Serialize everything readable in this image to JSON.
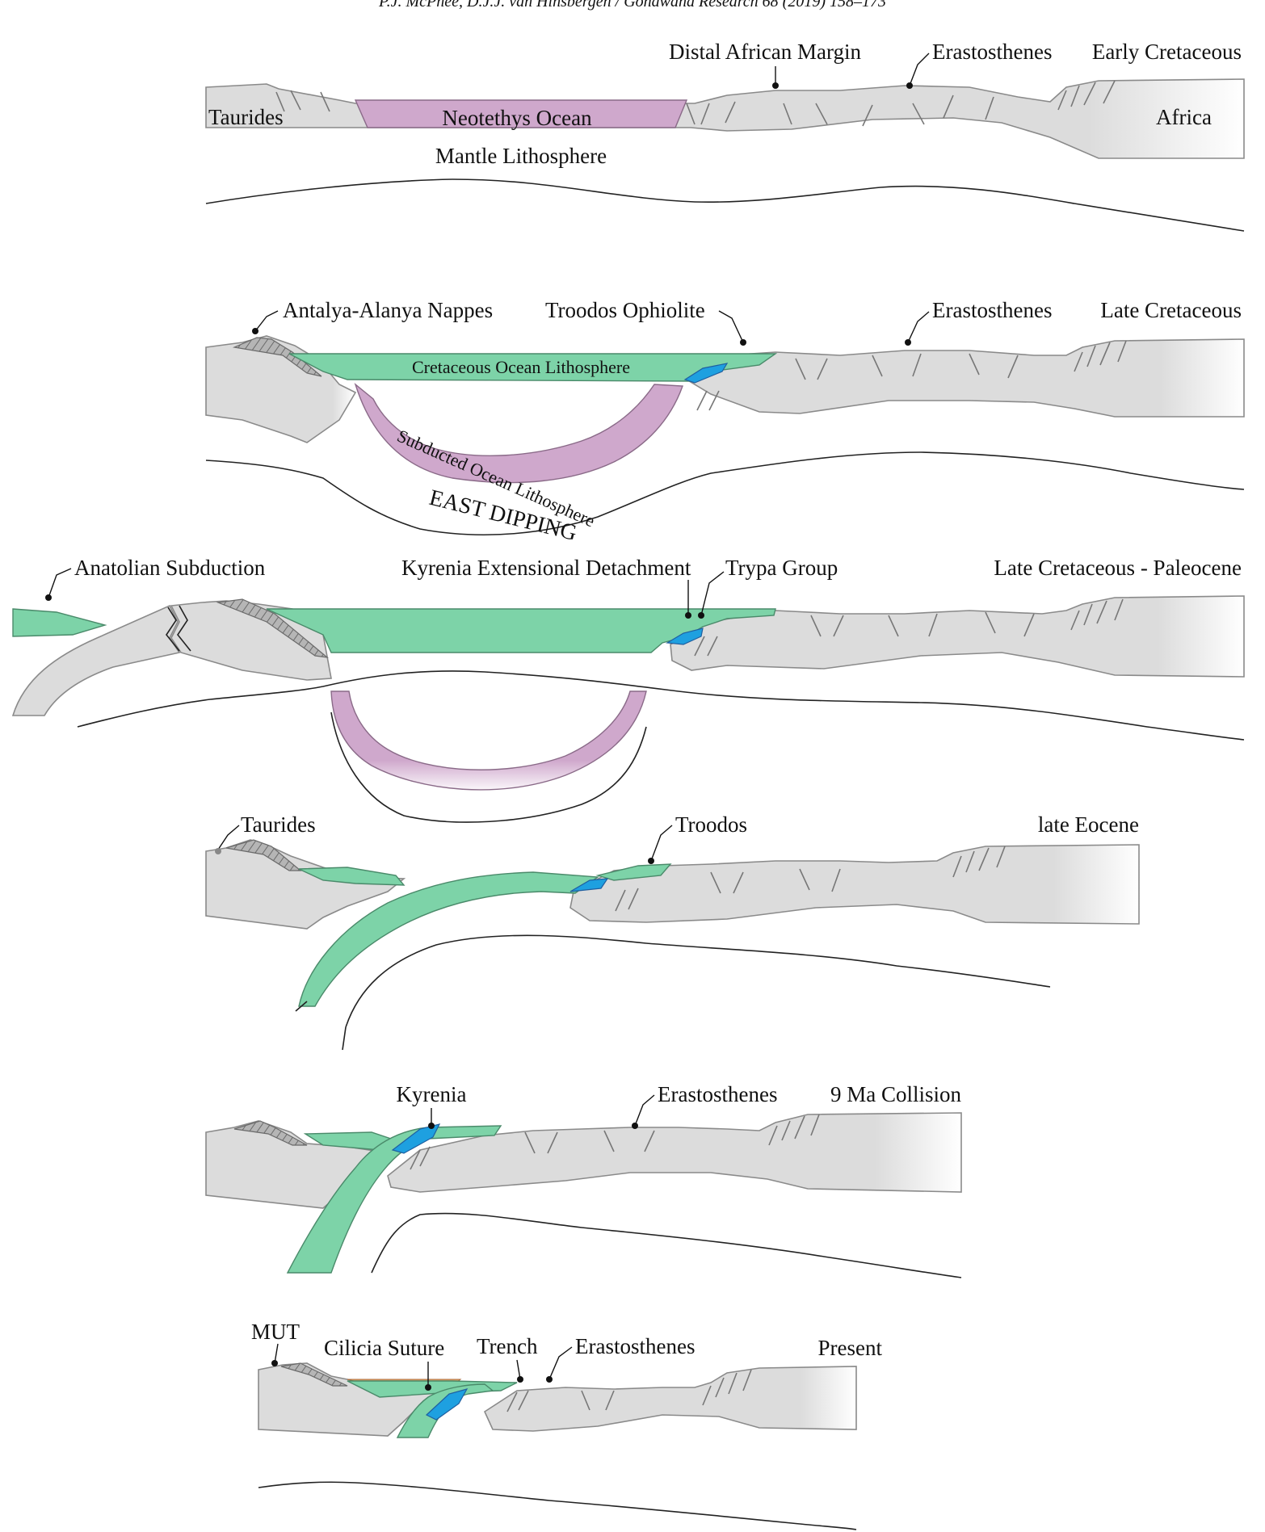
{
  "header": {
    "text": "P.J. McPhee, D.J.J. van Hinsbergen / Gondwana Research 68 (2019) 158–173"
  },
  "panels": [
    {
      "id": "early-cretaceous",
      "stage_label": "Early Cretaceous",
      "labels": {
        "taurides": "Taurides",
        "neotethys": "Neotethys Ocean",
        "distal_margin": "Distal African Margin",
        "erastosthenes": "Erastosthenes",
        "africa": "Africa",
        "mantle": "Mantle Lithosphere"
      }
    },
    {
      "id": "late-cretaceous",
      "stage_label": "Late Cretaceous",
      "labels": {
        "antalya": "Antalya-Alanya Nappes",
        "troodos": "Troodos Ophiolite",
        "erastosthenes": "Erastosthenes",
        "cretaceous_ocean": "Cretaceous Ocean Lithosphere",
        "subducted": "Subducted Ocean Lithosphere",
        "east_dipping": "EAST DIPPING"
      }
    },
    {
      "id": "late-cretaceous-paleocene",
      "stage_label": "Late Cretaceous - Paleocene",
      "labels": {
        "anatolian": "Anatolian Subduction",
        "kyrenia_detachment": "Kyrenia Extensional Detachment",
        "trypa": "Trypa Group"
      }
    },
    {
      "id": "late-eocene",
      "stage_label": "late Eocene",
      "labels": {
        "taurides": "Taurides",
        "troodos": "Troodos"
      }
    },
    {
      "id": "collision",
      "stage_label": "9 Ma Collision",
      "labels": {
        "kyrenia": "Kyrenia",
        "erastosthenes": "Erastosthenes"
      }
    },
    {
      "id": "present",
      "stage_label": "Present",
      "labels": {
        "mut": "MUT",
        "cilicia": "Cilicia Suture",
        "trench": "Trench",
        "erastosthenes": "Erastosthenes"
      }
    }
  ]
}
